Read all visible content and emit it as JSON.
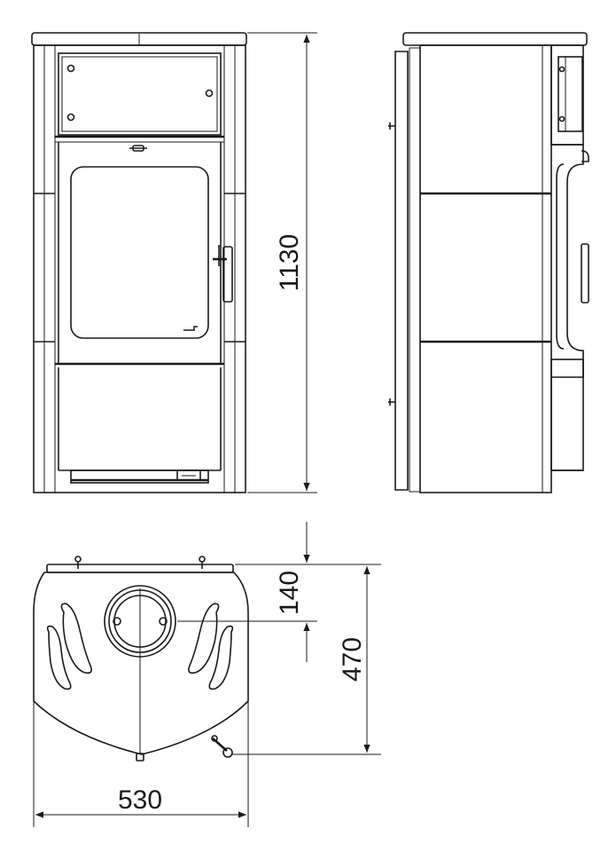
{
  "dimensions": {
    "height": "1130",
    "flue_offset": "140",
    "depth": "470",
    "width": "530"
  },
  "colors": {
    "stroke": "#1a1a1a",
    "background": "#ffffff"
  }
}
